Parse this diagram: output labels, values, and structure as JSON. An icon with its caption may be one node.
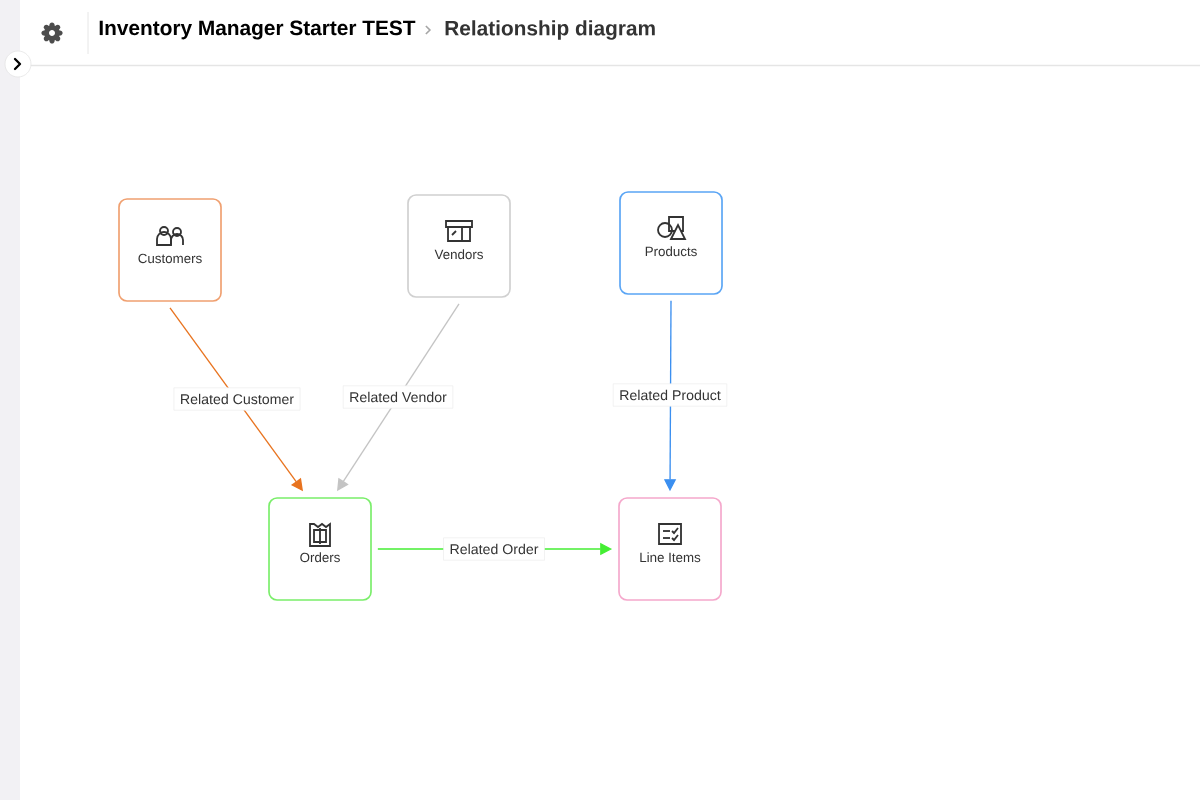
{
  "diagram": {
    "title": "Inventory Manager Starter TEST",
    "nodes": [
      {
        "text": [
          "Customers"
        ]
      },
      {
        "text": [
          "Vendors"
        ]
      },
      {
        "text": [
          "Products"
        ]
      },
      {
        "text": [
          "Orders"
        ]
      },
      {
        "text": [
          "Line Items"
        ]
      }
    ],
    "edges": [
      {
        "from": 0,
        "to": 3,
        "arrow": "to",
        "label": "Related Customer",
        "color": "#e8731f"
      },
      {
        "from": 1,
        "to": 3,
        "arrow": "to",
        "label": "Related Vendor",
        "color": "#c4c4c4"
      },
      {
        "from": 2,
        "to": 4,
        "arrow": "to",
        "label": "Related Product",
        "color": "#3b8ff0"
      },
      {
        "from": 3,
        "to": 4,
        "arrow": "to",
        "label": "Related Order",
        "color": "#44ee33"
      }
    ],
    "labels": [
      "Relationship diagram"
    ]
  }
}
